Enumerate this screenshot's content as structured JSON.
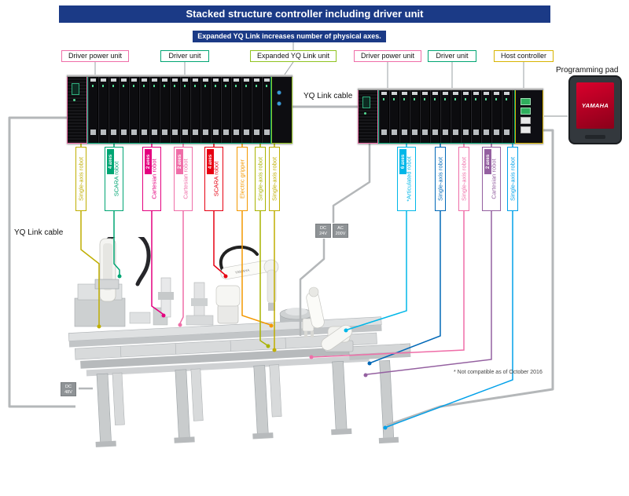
{
  "colors": {
    "navy": "#1b3a86",
    "navy_dark": "#142c68",
    "cable_gray": "#b4b7b9",
    "stub_gray": "#9aa0a4",
    "graybox_bg": "#8f9396"
  },
  "header": {
    "title": "Stacked structure controller including driver unit"
  },
  "banner": {
    "text": "Expanded YQ Link increases number of physical axes."
  },
  "unit_labels": [
    {
      "label": "Driver power unit",
      "color": "#ef6ea8"
    },
    {
      "label": "Driver unit",
      "color": "#00a573"
    },
    {
      "label": "Expanded YQ Link unit",
      "color": "#8fc31f"
    },
    {
      "label": "Driver power unit",
      "color": "#ef6ea8"
    },
    {
      "label": "Driver unit",
      "color": "#00a573"
    },
    {
      "label": "Host controller",
      "color": "#d8b400"
    }
  ],
  "programming_pad": {
    "label": "Programming pad",
    "screen_brand": "YAMAHA"
  },
  "cables": {
    "mid_label": "YQ Link cable",
    "left_label": "YQ Link cable"
  },
  "power_tags": {
    "dc24": "DC\n24V",
    "ac200": "AC\n200V",
    "dc48": "DC\n48V"
  },
  "note": {
    "text": "* Not compatible as of October 2016"
  },
  "left_robots": [
    {
      "label": "Single-axis robot",
      "color": "#bfae00"
    },
    {
      "label": "SCARA robot",
      "axes": "4 axes",
      "color": "#00a573"
    },
    {
      "label": "Cartesian robot",
      "axes": "2 axes",
      "color": "#e4007f"
    },
    {
      "label": "Cartesian robot",
      "axes": "2 axes",
      "color": "#ef6ea8"
    },
    {
      "label": "SCARA robot",
      "axes": "4 axes",
      "color": "#e60012"
    },
    {
      "label": "Electric gripper",
      "color": "#f39800"
    },
    {
      "label": "Single-axis robot",
      "color": "#a9b300"
    },
    {
      "label": "Single-axis robot",
      "color": "#bfae00"
    }
  ],
  "right_robots": [
    {
      "label": "*Articulated robot",
      "axes": "6 axes",
      "color": "#00b7e8"
    },
    {
      "label": "Single-axis robot",
      "color": "#0068b7"
    },
    {
      "label": "Single-axis robot",
      "color": "#ef6ea8"
    },
    {
      "label": "Cartesian robot",
      "axes": "2 axes",
      "color": "#9460a0"
    },
    {
      "label": "Single-axis robot",
      "color": "#00a0e9"
    }
  ],
  "scene": {
    "scara_brand": "YAMAHA"
  }
}
